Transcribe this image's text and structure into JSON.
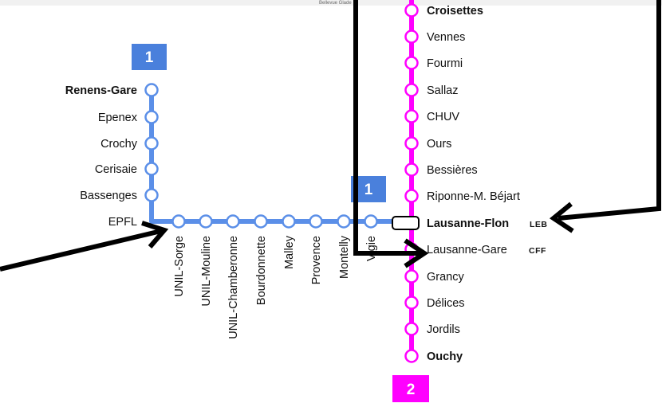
{
  "colors": {
    "m1": "#5b8fe8",
    "m1_badge": "#4a80dc",
    "m2": "#ff00ff",
    "arrow": "#000000",
    "station_fill": "#ffffff"
  },
  "top_strip_text": "Bellevue  Glade",
  "m1": {
    "badge_left": "1",
    "badge_right": "1",
    "branch_stations": [
      {
        "label": "Renens-Gare",
        "bold": true
      },
      {
        "label": "Epenex",
        "bold": false
      },
      {
        "label": "Crochy",
        "bold": false
      },
      {
        "label": "Cerisaie",
        "bold": false
      },
      {
        "label": "Bassenges",
        "bold": false
      },
      {
        "label": "EPFL",
        "bold": false
      }
    ],
    "line_stations": [
      "UNIL-Sorge",
      "UNIL-Mouline",
      "UNIL-Chamberonne",
      "Bourdonnette",
      "Malley",
      "Provence",
      "Montelly",
      "Vigie"
    ]
  },
  "m2": {
    "badge": "2",
    "stations": [
      {
        "label": "Croisettes",
        "bold": true,
        "tag": ""
      },
      {
        "label": "Vennes",
        "bold": false,
        "tag": ""
      },
      {
        "label": "Fourmi",
        "bold": false,
        "tag": ""
      },
      {
        "label": "Sallaz",
        "bold": false,
        "tag": ""
      },
      {
        "label": "CHUV",
        "bold": false,
        "tag": ""
      },
      {
        "label": "Ours",
        "bold": false,
        "tag": ""
      },
      {
        "label": "Bessières",
        "bold": false,
        "tag": ""
      },
      {
        "label": "Riponne-M. Béjart",
        "bold": false,
        "tag": ""
      },
      {
        "label": "Lausanne-Flon",
        "bold": true,
        "tag": "LEB",
        "interchange": true
      },
      {
        "label": "Lausanne-Gare",
        "bold": false,
        "tag": "CFF"
      },
      {
        "label": "Grancy",
        "bold": false,
        "tag": ""
      },
      {
        "label": "Délices",
        "bold": false,
        "tag": ""
      },
      {
        "label": "Jordils",
        "bold": false,
        "tag": ""
      },
      {
        "label": "Ouchy",
        "bold": true,
        "tag": ""
      }
    ]
  }
}
